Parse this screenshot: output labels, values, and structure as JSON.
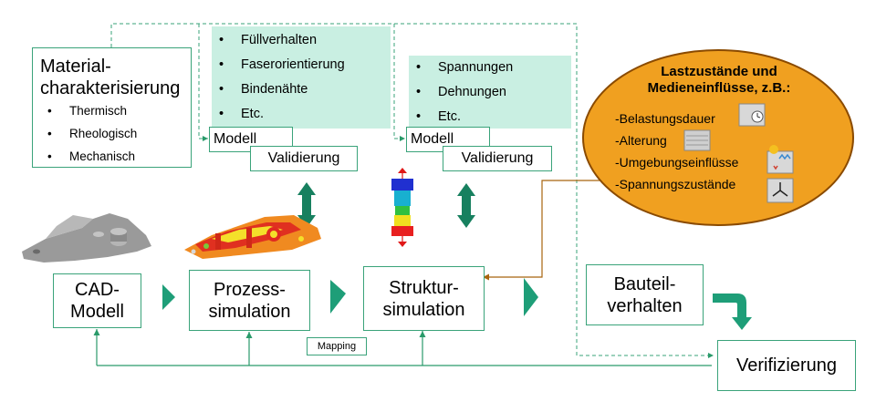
{
  "material": {
    "title_line1": "Material-",
    "title_line2": "charakterisierung",
    "items": [
      "Thermisch",
      "Rheologisch",
      "Mechanisch"
    ]
  },
  "process_results": [
    "Füllverhalten",
    "Faserorientierung",
    "Bindenähte",
    "Etc."
  ],
  "structure_results": [
    "Spannungen",
    "Dehnungen",
    "Etc."
  ],
  "modell_left": "Modell",
  "validierung_left": "Validierung",
  "modell_right": "Modell",
  "validierung_right": "Validierung",
  "loads": {
    "title_line1": "Lastzustände und",
    "title_line2": "Medieneinflüsse, z.B.:",
    "items": [
      "-Belastungsdauer",
      "-Alterung",
      "-Umgebungseinflüsse",
      "-Spannungszustände"
    ],
    "fill_color": "#f0a020",
    "border_color": "#8a4a00"
  },
  "cad": {
    "line1": "CAD-",
    "line2": "Modell"
  },
  "prozess": {
    "line1": "Prozess-",
    "line2": "simulation"
  },
  "struktur": {
    "line1": "Struktur-",
    "line2": "simulation"
  },
  "bauteil": {
    "line1": "Bauteil-",
    "line2": "verhalten"
  },
  "verifizierung": "Verifizierung",
  "mapping": "Mapping",
  "colors": {
    "accent": "#1e9e78",
    "dark_accent": "#17805f",
    "teal_fill": "#c9efe2"
  }
}
